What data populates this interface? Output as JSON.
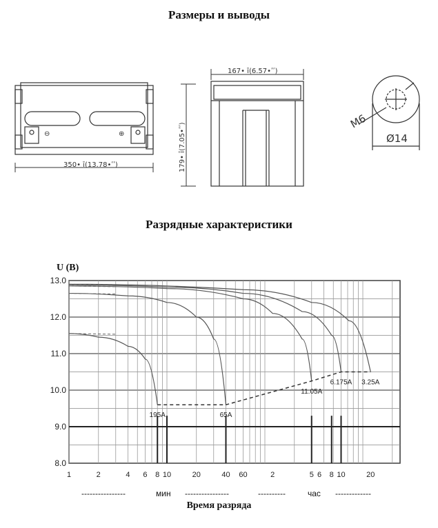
{
  "titles": {
    "dimensions": "Размеры и выводы",
    "discharge": "Разрядные характеристики"
  },
  "drawing": {
    "width_label": "350• ī(13.78•ʹʹ)",
    "depth_label": "167• ī(6.57•ʹʹ)",
    "height_label": "179• ī(7.05•ʹʹ)",
    "thread_label": "M6",
    "diameter_label": "Ø14",
    "neg_symbol": "⊖",
    "pos_symbol": "⊕"
  },
  "chart_data": {
    "type": "line",
    "ylabel": "U (B)",
    "xlabel": "Время разряда",
    "ylim": [
      8.0,
      13.0
    ],
    "y_ticks": [
      "13.0",
      "12.0",
      "11.0",
      "10.0",
      "9.0",
      "8.0"
    ],
    "x_scale": "log",
    "x_ticks_minutes": [
      "1",
      "2",
      "4",
      "6",
      "8",
      "10",
      "20",
      "40",
      "60"
    ],
    "x_ticks_hours": [
      "2",
      "5",
      "6",
      "8",
      "10",
      "20"
    ],
    "unit_minutes": "мин",
    "unit_hours": "час",
    "series": [
      {
        "name": "195A",
        "end_minutes": 8,
        "end_voltage": 9.6,
        "start_voltage": 11.55,
        "points": [
          [
            1,
            11.55
          ],
          [
            2,
            11.45
          ],
          [
            4,
            11.2
          ],
          [
            6,
            10.85
          ],
          [
            8,
            9.6
          ]
        ]
      },
      {
        "name": "65A",
        "end_minutes": 40,
        "end_voltage": 9.6,
        "start_voltage": 12.65,
        "points": [
          [
            1,
            12.65
          ],
          [
            4,
            12.58
          ],
          [
            10,
            12.4
          ],
          [
            20,
            12.0
          ],
          [
            30,
            11.4
          ],
          [
            40,
            9.6
          ]
        ]
      },
      {
        "name": "11.05A",
        "end_minutes": 300,
        "end_voltage": 10.25,
        "start_voltage": 12.85,
        "points": [
          [
            1,
            12.85
          ],
          [
            10,
            12.78
          ],
          [
            60,
            12.5
          ],
          [
            120,
            12.1
          ],
          [
            240,
            11.4
          ],
          [
            300,
            10.25
          ]
        ]
      },
      {
        "name": "6.175A",
        "end_minutes": 600,
        "end_voltage": 10.5,
        "start_voltage": 12.88,
        "points": [
          [
            1,
            12.88
          ],
          [
            10,
            12.82
          ],
          [
            60,
            12.65
          ],
          [
            240,
            12.15
          ],
          [
            480,
            11.5
          ],
          [
            600,
            10.5
          ]
        ]
      },
      {
        "name": "3.25A",
        "end_minutes": 1200,
        "end_voltage": 10.5,
        "start_voltage": 12.9,
        "points": [
          [
            1,
            12.9
          ],
          [
            60,
            12.75
          ],
          [
            300,
            12.4
          ],
          [
            720,
            11.9
          ],
          [
            1200,
            10.5
          ]
        ]
      }
    ],
    "cutoff_line": [
      [
        8,
        9.6
      ],
      [
        40,
        9.6
      ],
      [
        300,
        10.25
      ],
      [
        600,
        10.5
      ],
      [
        1200,
        10.5
      ]
    ]
  }
}
